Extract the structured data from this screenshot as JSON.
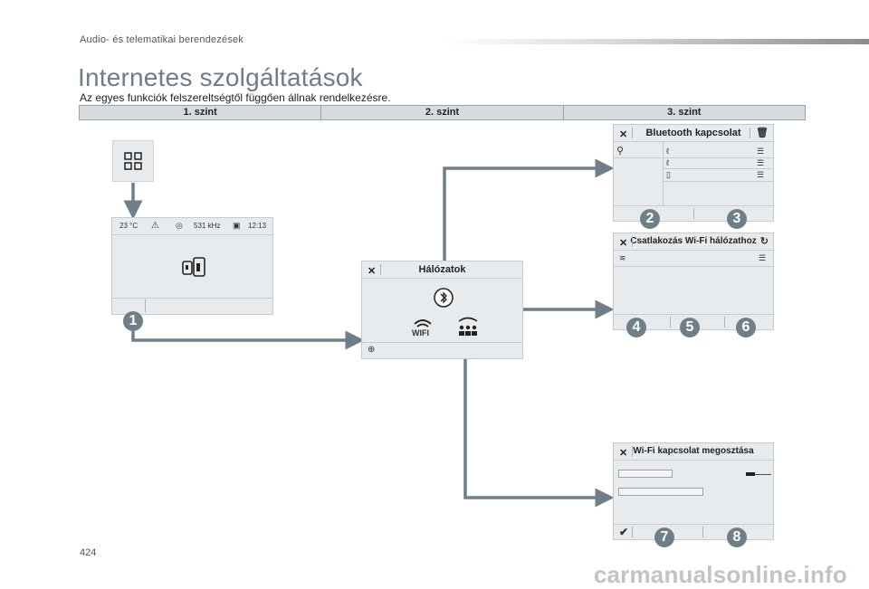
{
  "header": {
    "section": "Audio- és telematikai berendezések"
  },
  "title": "Internetes szolgáltatások",
  "subtitle": "Az egyes funkciók felszereltségtől függően állnak rendelkezésre.",
  "levels": [
    "1. szint",
    "2. szint",
    "3. szint"
  ],
  "home_screen": {
    "temperature": "23 °C",
    "radio": "531 kHz",
    "time": "12:13"
  },
  "networks_screen": {
    "title": "Hálózatok",
    "wifi_label": "WIFI"
  },
  "bluetooth_screen": {
    "title": "Bluetooth kapcsolat"
  },
  "wifi_connect_screen": {
    "title": "Csatlakozás Wi-Fi hálózathoz"
  },
  "wifi_share_screen": {
    "title": "Wi-Fi kapcsolat megosztása"
  },
  "callouts": [
    "1",
    "2",
    "3",
    "4",
    "5",
    "6",
    "7",
    "8"
  ],
  "page_number": "424",
  "watermark": "carmanualsonline.info"
}
